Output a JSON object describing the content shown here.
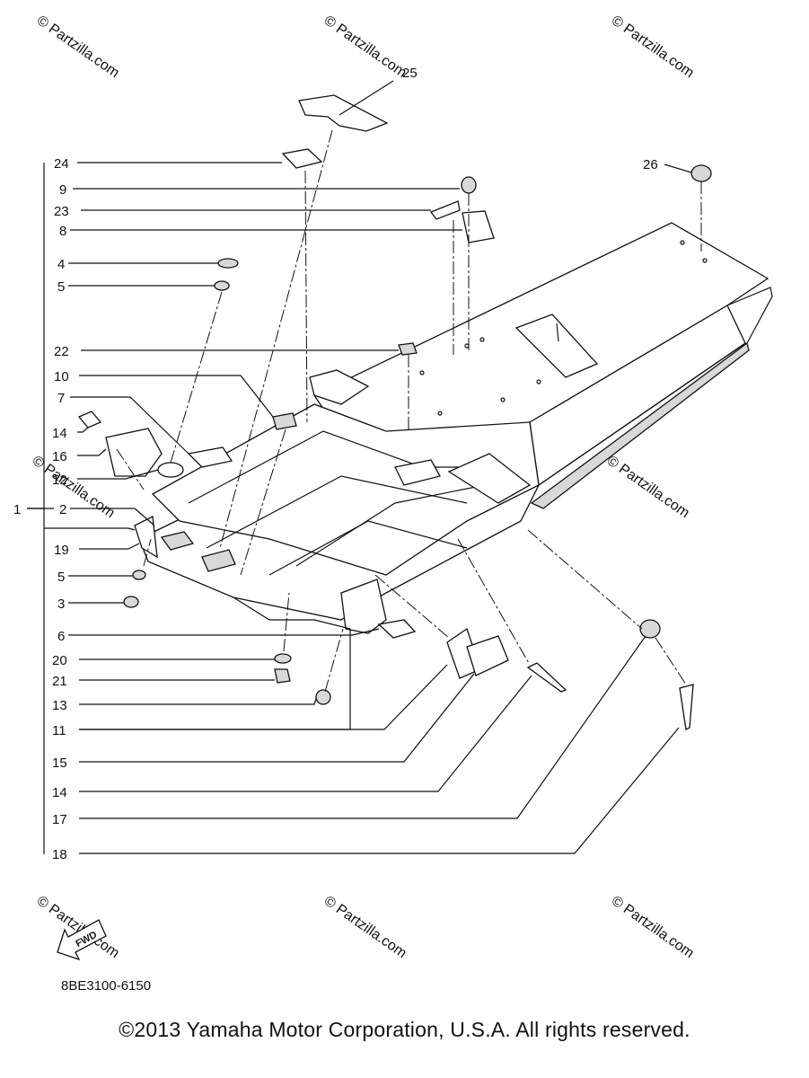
{
  "diagram_code": "8BE3100-6150",
  "fwd_label": "FWD",
  "copyright": "©2013  Yamaha Motor Corporation, U.S.A. All rights reserved.",
  "watermark": "© Partzilla.com",
  "callouts": {
    "c1": "1",
    "c2": "2",
    "c3": "3",
    "c4": "4",
    "c5a": "5",
    "c5b": "5",
    "c6": "6",
    "c7": "7",
    "c8": "8",
    "c9": "9",
    "c10": "10",
    "c11": "11",
    "c12": "12",
    "c13": "13",
    "c14a": "14",
    "c14b": "14",
    "c15": "15",
    "c16": "16",
    "c17": "17",
    "c18": "18",
    "c19": "19",
    "c20": "20",
    "c21": "21",
    "c22": "22",
    "c23": "23",
    "c24": "24",
    "c25": "25",
    "c26": "26"
  }
}
